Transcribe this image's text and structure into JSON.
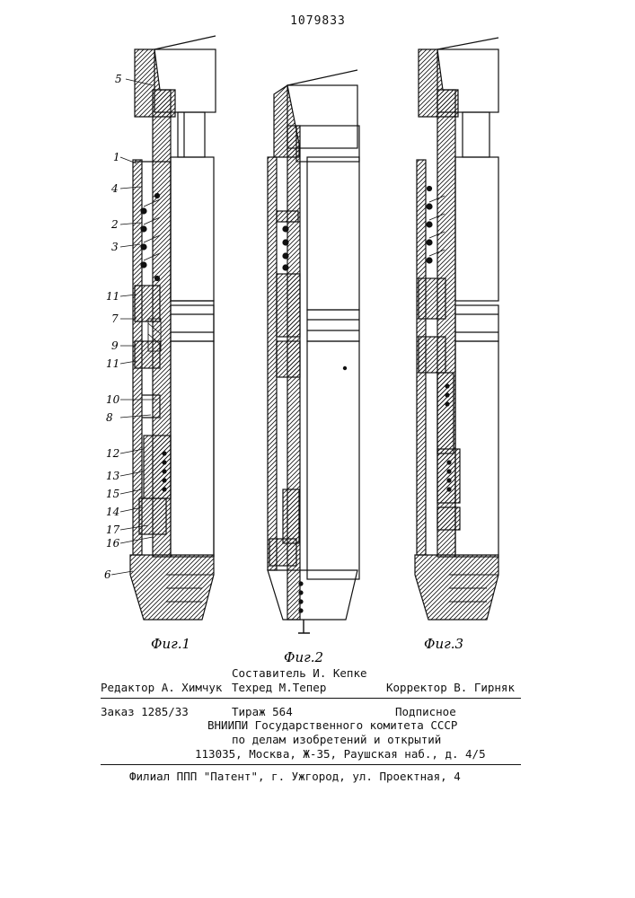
{
  "patent_number": "1079833",
  "figures": {
    "fig1": {
      "caption": "Фиг.1",
      "labels": [
        {
          "text": "5"
        },
        {
          "text": "1"
        },
        {
          "text": "4"
        },
        {
          "text": "2"
        },
        {
          "text": "3"
        },
        {
          "text": "11"
        },
        {
          "text": "7"
        },
        {
          "text": "9"
        },
        {
          "text": "11"
        },
        {
          "text": "10"
        },
        {
          "text": "8"
        },
        {
          "text": "12"
        },
        {
          "text": "13"
        },
        {
          "text": "15"
        },
        {
          "text": "14"
        },
        {
          "text": "17"
        },
        {
          "text": "16"
        },
        {
          "text": "6"
        }
      ]
    },
    "fig2": {
      "caption": "Фиг.2"
    },
    "fig3": {
      "caption": "Фиг.3"
    }
  },
  "credits": {
    "editor": "Редактор А. Химчук",
    "compiler": "Составитель И. Кепке",
    "techred": "Техред М.Тепер",
    "corrector": "Корректор В. Гирняк"
  },
  "order": {
    "order_no": "Заказ 1285/33",
    "circulation": "Тираж 564",
    "subscription": "Подписное",
    "org_line1": "ВНИИПИ Государственного комитета СССР",
    "org_line2": "по делам изобретений и открытий",
    "address": "113035, Москва, Ж-35, Раушская наб., д. 4/5"
  },
  "branch": "Филиал ППП \"Патент\", г. Ужгород, ул. Проектная, 4"
}
